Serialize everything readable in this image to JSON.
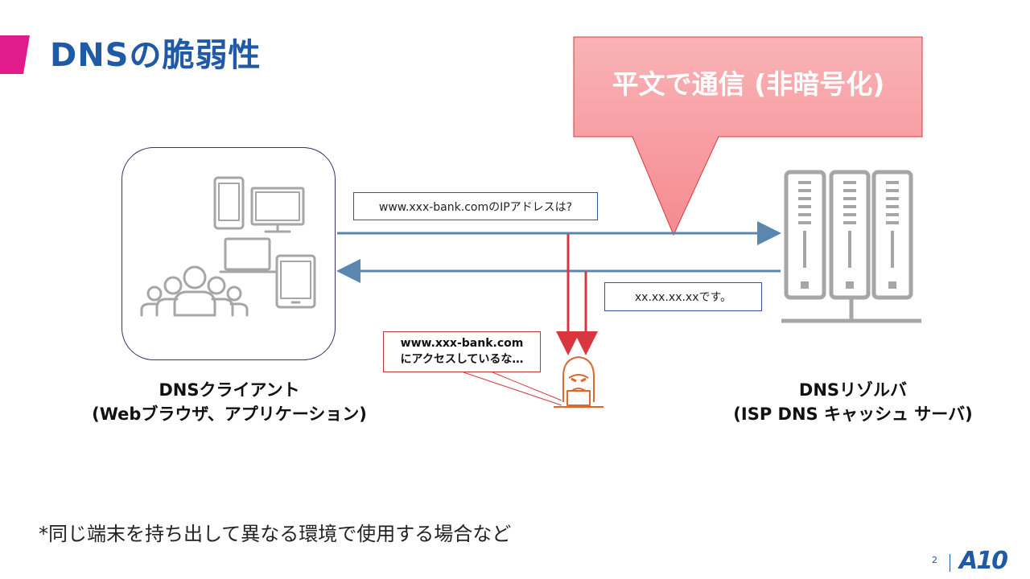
{
  "title": "DNSの脆弱性",
  "callout": {
    "text": "平文で通信 (非暗号化)"
  },
  "query_message": "www.xxx-bank.comのIPアドレスは?",
  "answer_message": "xx.xx.xx.xxです。",
  "attacker_note": {
    "line1": "www.xxx-bank.com",
    "line2": "にアクセスしているな…"
  },
  "client_label": {
    "line1": "DNSクライアント",
    "line2": "(Webブラウザ、アプリケーション)"
  },
  "resolver_label": {
    "line1": "DNSリゾルバ",
    "line2": "(ISP DNS キャッシュ サーバ)"
  },
  "footnote": "*同じ端末を持ち出して異なる環境で使用する場合など",
  "page_number": "2",
  "brand": "A10",
  "colors": {
    "title": "#1f5aa6",
    "accent": "#e21b8a",
    "arrow_blue": "#5b86ad",
    "arrow_red": "#d9373f",
    "callout": "#f7a0a4",
    "server_gray": "#a6a6a6",
    "attacker": "#e0662c"
  }
}
